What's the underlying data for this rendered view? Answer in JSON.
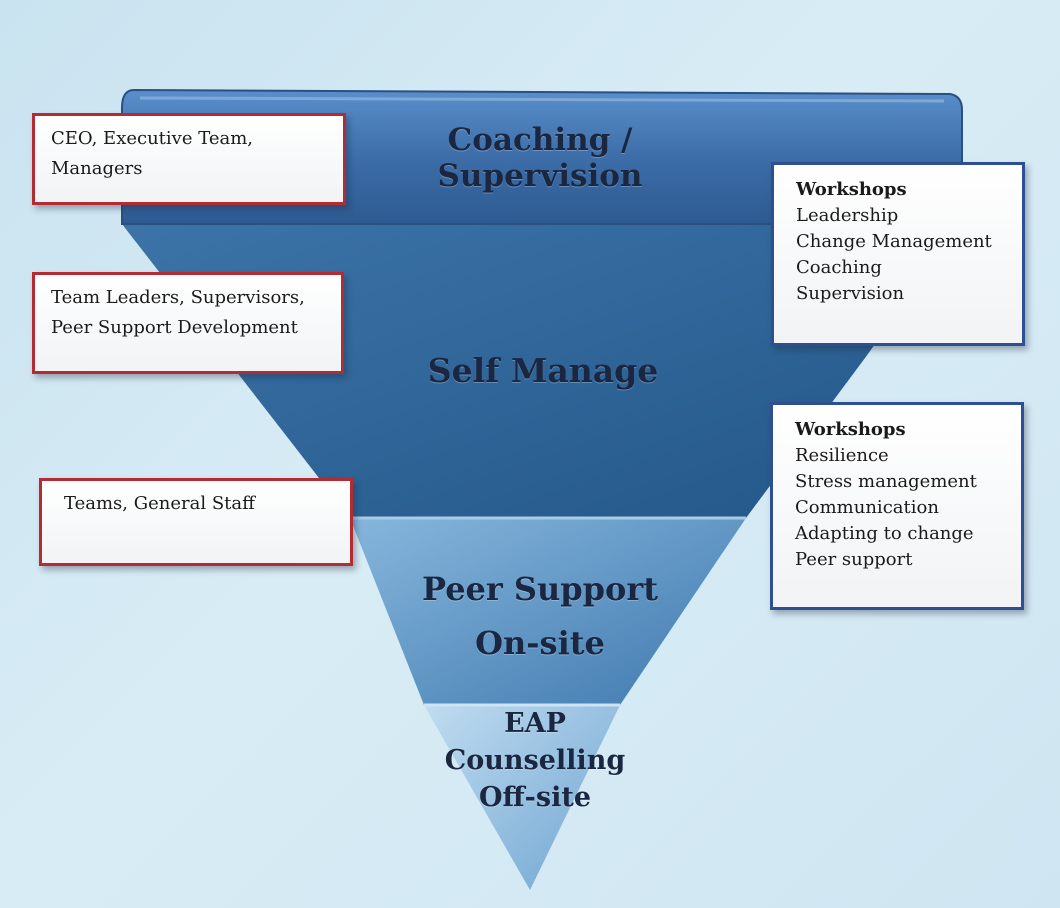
{
  "tiers": {
    "coaching": "Coaching / Supervision",
    "self_manage": "Self Manage",
    "peer_support": [
      "Peer Support",
      "On-site"
    ],
    "eap": [
      "EAP",
      "Counselling",
      "Off-site"
    ]
  },
  "left_boxes": [
    [
      "CEO, Executive Team,",
      "Managers"
    ],
    [
      "Team Leaders, Supervisors,",
      "Peer Support Development"
    ],
    [
      "Teams, General Staff"
    ]
  ],
  "right_boxes": [
    {
      "title": "Workshops",
      "items": [
        "Leadership",
        "Change Management",
        "Coaching",
        "Supervision"
      ]
    },
    {
      "title": "Workshops",
      "items": [
        "Resilience",
        "Stress management",
        "Communication",
        "Adapting to change",
        "Peer support"
      ]
    }
  ],
  "colors": {
    "red_border": "#b52b34",
    "blue_border": "#2f4f93",
    "top_band": "#3d6ea9",
    "middle": "#2e6496",
    "peer": "#5890c0",
    "eap": "#8fbde0"
  }
}
